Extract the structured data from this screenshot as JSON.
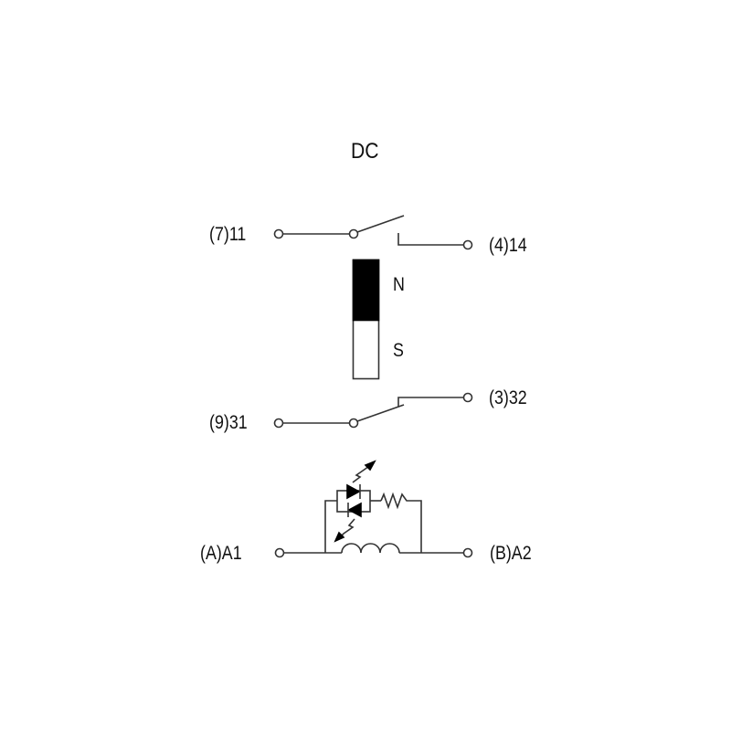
{
  "diagram": {
    "title": "DC",
    "type": "relay-wiring-schematic",
    "terminals": {
      "no_common": "(7)11",
      "no_contact": "(4)14",
      "nc_common": "(9)31",
      "nc_contact": "(3)32",
      "coil_a1": "(A)A1",
      "coil_a2": "(B)A2"
    },
    "magnet": {
      "north_label": "N",
      "south_label": "S"
    },
    "colors": {
      "line": "#333333",
      "magnet_north_fill": "#000000",
      "background": "#ffffff"
    }
  }
}
